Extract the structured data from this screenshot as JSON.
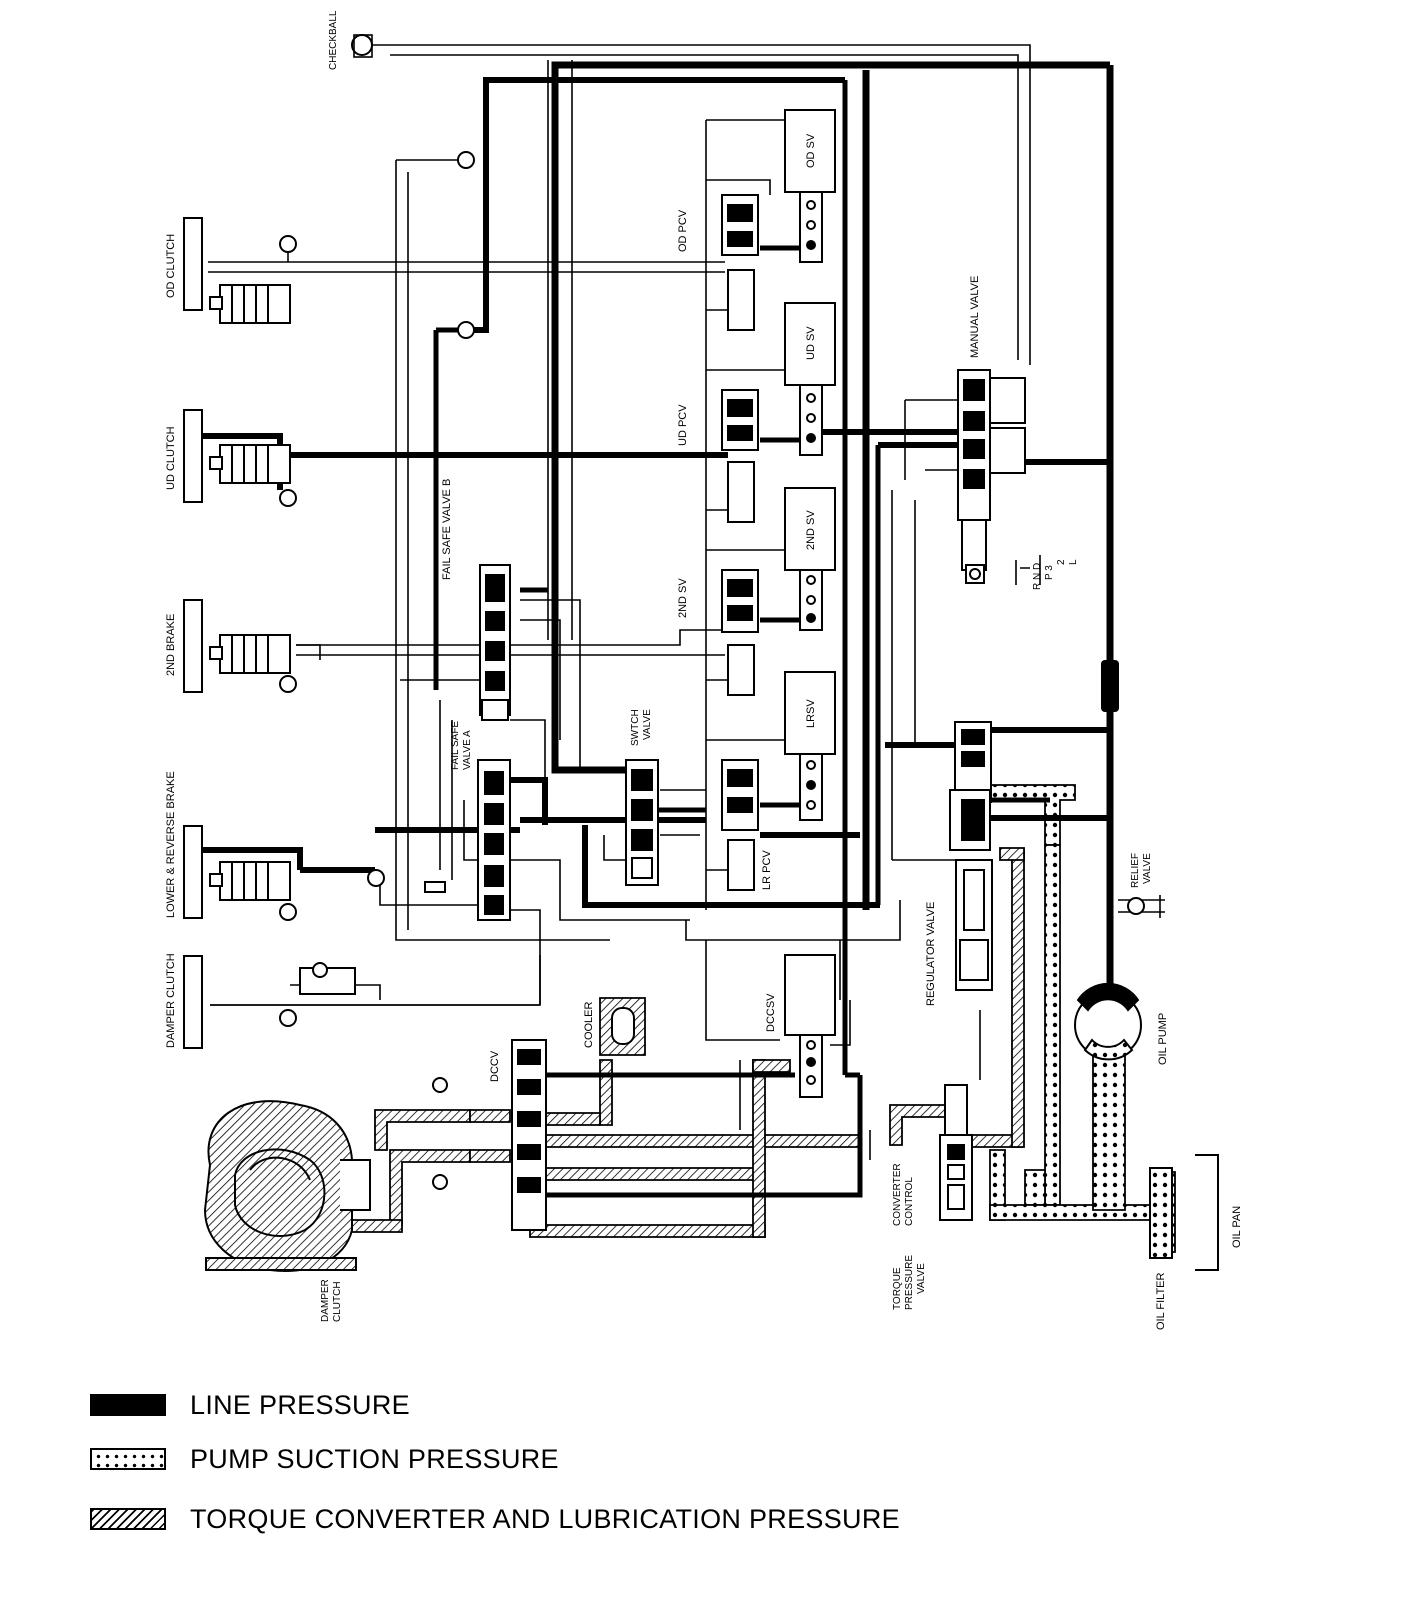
{
  "labels": {
    "checkball": "CHECKBALL",
    "od_clutch": "OD CLUTCH",
    "ud_clutch": "UD CLUTCH",
    "brake_2nd": "2ND BRAKE",
    "lr_brake": "LOWER & REVERSE BRAKE",
    "damper_clutch_left": "DAMPER CLUTCH",
    "fail_safe_b": "FAIL SAFE VALVE B",
    "fail_safe_a_1": "FAIL SAFE",
    "fail_safe_a_2": "VALVE A",
    "switch_1": "SWTCH",
    "switch_2": "VALVE",
    "od_pcv": "OD PCV",
    "ud_pcv": "UD PCV",
    "sv_2nd": "2ND SV",
    "lr_pcv": "LR PCV",
    "od_sv": "OD SV",
    "ud_sv": "UD SV",
    "sv_2nd_box": "2ND SV",
    "lrsv": "LRSV",
    "manual_valve": "MANUAL VALVE",
    "range_1": "R N D",
    "range_2": "P 3",
    "range_3": "2",
    "range_4": "L",
    "relief_1": "RELIEF",
    "relief_2": "VALVE",
    "regulator_valve": "REGULATOR VALVE",
    "oil_pump": "OIL PUMP",
    "dccsv": "DCCSV",
    "cooler": "COOLER",
    "dccv": "DCCV",
    "damper_clutch_1": "DAMPER",
    "damper_clutch_2": "CLUTCH",
    "converter_1": "CONVERTER",
    "converter_2": "CONTROL",
    "tpv_1": "TORQUE",
    "tpv_2": "PRESSURE",
    "tpv_3": "VALVE",
    "oil_filter": "OIL FILTER",
    "oil_pan": "OIL PAN"
  },
  "legend": {
    "line_pressure": "LINE PRESSURE",
    "pump_suction": "PUMP SUCTION PRESSURE",
    "torque_converter": "TORQUE CONVERTER AND LUBRICATION PRESSURE"
  }
}
